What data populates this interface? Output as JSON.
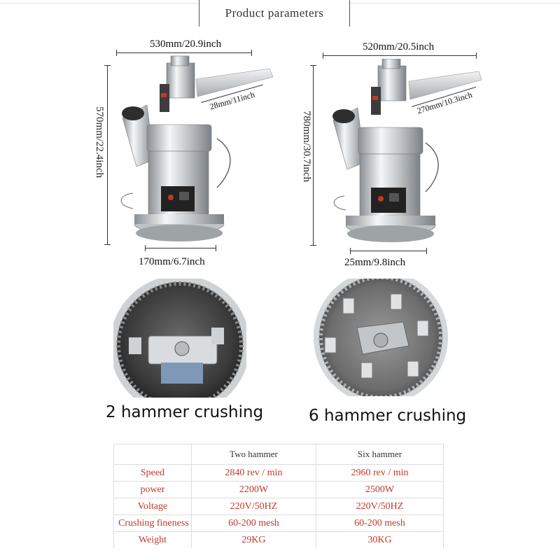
{
  "header": {
    "title": "Product parameters"
  },
  "machine_left": {
    "width_label": "530mm/20.9inch",
    "height_label": "570mm/22.4inch",
    "spout_label": "28mm/11inch",
    "base_label": "170mm/6.7inch"
  },
  "machine_right": {
    "width_label": "520mm/20.5inch",
    "height_label": "780mm/30.7inch",
    "spout_label": "270mm/10.3inch",
    "base_label": "25mm/9.8inch"
  },
  "captions": {
    "left": "2 hammer crushing",
    "right": "6 hammer crushing"
  },
  "spec_table": {
    "columns": [
      "",
      "Two hammer",
      "Six hammer"
    ],
    "rows": [
      {
        "label": "Speed",
        "two": "2840 rev / min",
        "six": "2960 rev / min"
      },
      {
        "label": "power",
        "two": "2200W",
        "six": "2500W"
      },
      {
        "label": "Voltage",
        "two": "220V/50HZ",
        "six": "220V/50HZ"
      },
      {
        "label": "Crushing fineness",
        "two": "60-200 mesh",
        "six": "60-200 mesh"
      },
      {
        "label": "Weight",
        "two": "29KG",
        "six": "30KG"
      }
    ]
  }
}
